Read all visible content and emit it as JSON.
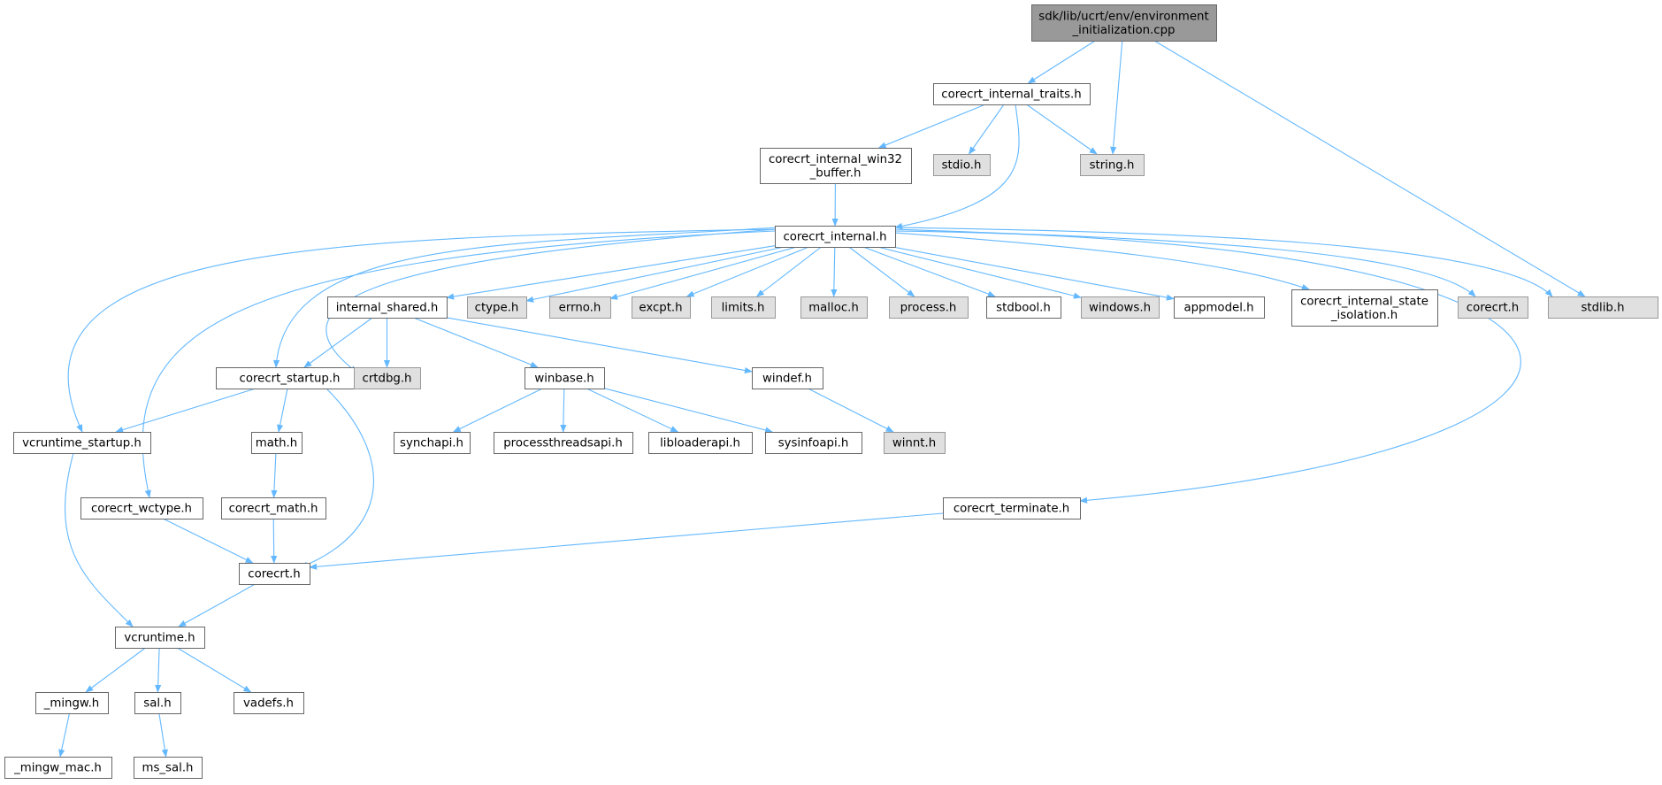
{
  "colors": {
    "background": "#ffffff",
    "root_fill": "#999999",
    "root_stroke": "#666666",
    "local_fill": "#ffffff",
    "local_stroke": "#666666",
    "external_fill": "#e0e0e0",
    "external_stroke": "#999999",
    "edge": "#63b8ff"
  },
  "nodes": [
    {
      "id": "env_init",
      "lines": [
        "sdk/lib/ucrt/env/environment",
        "_initialization.cpp"
      ],
      "style": "root"
    },
    {
      "id": "traits",
      "lines": [
        "corecrt_internal_traits.h"
      ],
      "style": "local"
    },
    {
      "id": "win32buf",
      "lines": [
        "corecrt_internal_win32",
        "_buffer.h"
      ],
      "style": "local"
    },
    {
      "id": "stdio",
      "lines": [
        "stdio.h"
      ],
      "style": "external"
    },
    {
      "id": "string",
      "lines": [
        "string.h"
      ],
      "style": "external"
    },
    {
      "id": "internal",
      "lines": [
        "corecrt_internal.h"
      ],
      "style": "local"
    },
    {
      "id": "shared",
      "lines": [
        "internal_shared.h"
      ],
      "style": "local"
    },
    {
      "id": "ctype",
      "lines": [
        "ctype.h"
      ],
      "style": "external"
    },
    {
      "id": "errno",
      "lines": [
        "errno.h"
      ],
      "style": "external"
    },
    {
      "id": "excpt",
      "lines": [
        "excpt.h"
      ],
      "style": "external"
    },
    {
      "id": "limits",
      "lines": [
        "limits.h"
      ],
      "style": "external"
    },
    {
      "id": "malloc",
      "lines": [
        "malloc.h"
      ],
      "style": "external"
    },
    {
      "id": "process",
      "lines": [
        "process.h"
      ],
      "style": "external"
    },
    {
      "id": "stdbool",
      "lines": [
        "stdbool.h"
      ],
      "style": "local"
    },
    {
      "id": "windows",
      "lines": [
        "windows.h"
      ],
      "style": "external"
    },
    {
      "id": "appmodel",
      "lines": [
        "appmodel.h"
      ],
      "style": "local"
    },
    {
      "id": "state",
      "lines": [
        "corecrt_internal_state",
        "_isolation.h"
      ],
      "style": "local"
    },
    {
      "id": "corecrt_ext",
      "lines": [
        "corecrt.h"
      ],
      "style": "external"
    },
    {
      "id": "stdlib",
      "lines": [
        "stdlib.h"
      ],
      "style": "external"
    },
    {
      "id": "startup",
      "lines": [
        "corecrt_startup.h"
      ],
      "style": "local"
    },
    {
      "id": "crtdbg",
      "lines": [
        "crtdbg.h"
      ],
      "style": "external"
    },
    {
      "id": "winbase",
      "lines": [
        "winbase.h"
      ],
      "style": "local"
    },
    {
      "id": "windef",
      "lines": [
        "windef.h"
      ],
      "style": "local"
    },
    {
      "id": "vcstartup",
      "lines": [
        "vcruntime_startup.h"
      ],
      "style": "local"
    },
    {
      "id": "math",
      "lines": [
        "math.h"
      ],
      "style": "local"
    },
    {
      "id": "synchapi",
      "lines": [
        "synchapi.h"
      ],
      "style": "local"
    },
    {
      "id": "procthreads",
      "lines": [
        "processthreadsapi.h"
      ],
      "style": "local"
    },
    {
      "id": "libloader",
      "lines": [
        "libloaderapi.h"
      ],
      "style": "local"
    },
    {
      "id": "sysinfo",
      "lines": [
        "sysinfoapi.h"
      ],
      "style": "local"
    },
    {
      "id": "winnt",
      "lines": [
        "winnt.h"
      ],
      "style": "external"
    },
    {
      "id": "wctype",
      "lines": [
        "corecrt_wctype.h"
      ],
      "style": "local"
    },
    {
      "id": "cmath",
      "lines": [
        "corecrt_math.h"
      ],
      "style": "local"
    },
    {
      "id": "terminate",
      "lines": [
        "corecrt_terminate.h"
      ],
      "style": "local"
    },
    {
      "id": "corecrt",
      "lines": [
        "corecrt.h"
      ],
      "style": "local"
    },
    {
      "id": "vcruntime",
      "lines": [
        "vcruntime.h"
      ],
      "style": "local"
    },
    {
      "id": "mingw",
      "lines": [
        "_mingw.h"
      ],
      "style": "local"
    },
    {
      "id": "sal",
      "lines": [
        "sal.h"
      ],
      "style": "local"
    },
    {
      "id": "vadefs",
      "lines": [
        "vadefs.h"
      ],
      "style": "local"
    },
    {
      "id": "mingwmac",
      "lines": [
        "_mingw_mac.h"
      ],
      "style": "local"
    },
    {
      "id": "mssal",
      "lines": [
        "ms_sal.h"
      ],
      "style": "local"
    }
  ],
  "edges": [
    {
      "from": "env_init",
      "to": "traits"
    },
    {
      "from": "env_init",
      "to": "string"
    },
    {
      "from": "env_init",
      "to": "stdlib"
    },
    {
      "from": "traits",
      "to": "win32buf"
    },
    {
      "from": "traits",
      "to": "stdio"
    },
    {
      "from": "traits",
      "to": "string"
    },
    {
      "from": "traits",
      "to": "internal"
    },
    {
      "from": "win32buf",
      "to": "internal"
    },
    {
      "from": "internal",
      "to": "shared"
    },
    {
      "from": "internal",
      "to": "ctype"
    },
    {
      "from": "internal",
      "to": "errno"
    },
    {
      "from": "internal",
      "to": "excpt"
    },
    {
      "from": "internal",
      "to": "limits"
    },
    {
      "from": "internal",
      "to": "malloc"
    },
    {
      "from": "internal",
      "to": "process"
    },
    {
      "from": "internal",
      "to": "stdbool"
    },
    {
      "from": "internal",
      "to": "windows"
    },
    {
      "from": "internal",
      "to": "appmodel"
    },
    {
      "from": "internal",
      "to": "state"
    },
    {
      "from": "internal",
      "to": "corecrt_ext"
    },
    {
      "from": "internal",
      "to": "stdlib"
    },
    {
      "from": "internal",
      "to": "startup"
    },
    {
      "from": "internal",
      "to": "crtdbg"
    },
    {
      "from": "internal",
      "to": "vcstartup"
    },
    {
      "from": "internal",
      "to": "wctype"
    },
    {
      "from": "internal",
      "to": "terminate"
    },
    {
      "from": "shared",
      "to": "startup"
    },
    {
      "from": "shared",
      "to": "crtdbg"
    },
    {
      "from": "shared",
      "to": "winbase"
    },
    {
      "from": "shared",
      "to": "windef"
    },
    {
      "from": "startup",
      "to": "vcstartup"
    },
    {
      "from": "startup",
      "to": "math"
    },
    {
      "from": "startup",
      "to": "corecrt"
    },
    {
      "from": "winbase",
      "to": "synchapi"
    },
    {
      "from": "winbase",
      "to": "procthreads"
    },
    {
      "from": "winbase",
      "to": "libloader"
    },
    {
      "from": "winbase",
      "to": "sysinfo"
    },
    {
      "from": "windef",
      "to": "winnt"
    },
    {
      "from": "math",
      "to": "cmath"
    },
    {
      "from": "cmath",
      "to": "corecrt"
    },
    {
      "from": "wctype",
      "to": "corecrt"
    },
    {
      "from": "terminate",
      "to": "corecrt"
    },
    {
      "from": "vcstartup",
      "to": "vcruntime"
    },
    {
      "from": "corecrt",
      "to": "vcruntime"
    },
    {
      "from": "vcruntime",
      "to": "mingw"
    },
    {
      "from": "vcruntime",
      "to": "sal"
    },
    {
      "from": "vcruntime",
      "to": "vadefs"
    },
    {
      "from": "mingw",
      "to": "mingwmac"
    },
    {
      "from": "sal",
      "to": "mssal"
    }
  ]
}
